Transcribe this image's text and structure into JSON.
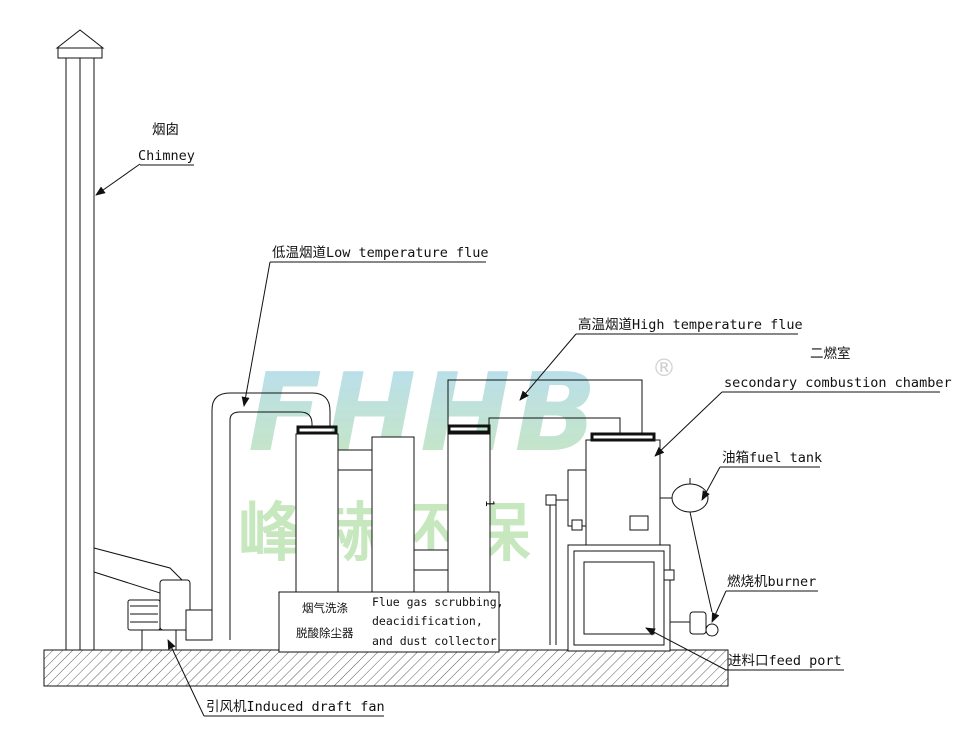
{
  "labels": {
    "chimney_cn": "烟囱",
    "chimney_en": "Chimney",
    "low_temp_flue": "低温烟道Low temperature flue",
    "high_temp_flue": "高温烟道High temperature flue",
    "secondary_chamber_cn": "二燃室",
    "secondary_chamber_en": "secondary combustion chamber",
    "fuel_tank": "油箱fuel tank",
    "burner": "燃烧机burner",
    "feed_port": "进料口feed port",
    "induced_fan": "引风机Induced draft fan",
    "scrubber_cn_1": "烟气洗涤",
    "scrubber_cn_2": "脱酸除尘器",
    "scrubber_en_1": "Flue gas scrubbing,",
    "scrubber_en_2": "deacidification,",
    "scrubber_en_3": "and dust collector"
  },
  "watermark": {
    "brand": "FHHB",
    "brand_cn": "峰赫环保",
    "registered": "®",
    "color_top": "#7ec3e8",
    "color_bottom": "#9bd48a"
  },
  "colors": {
    "line": "#111111",
    "ground_hatch": "#333333"
  }
}
